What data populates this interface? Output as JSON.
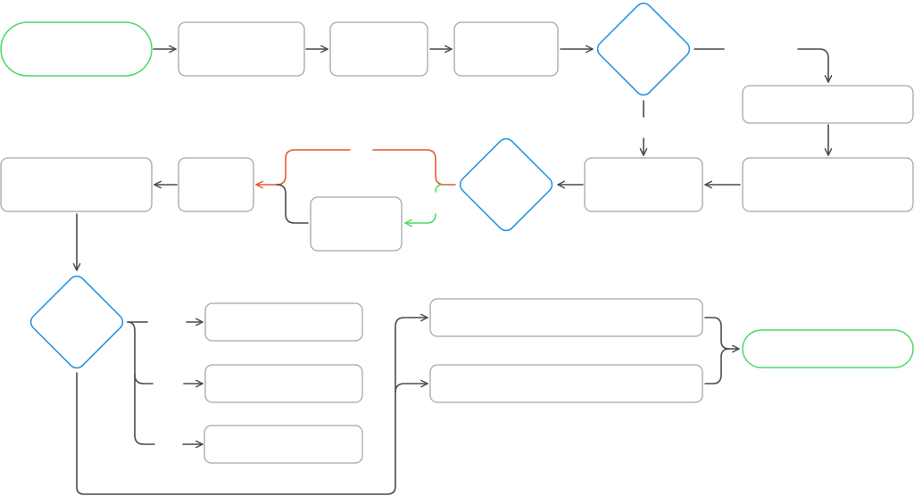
{
  "diagram": {
    "type": "flowchart",
    "colors": {
      "terminal": "#4cd964",
      "decision": "#1e8fe1",
      "process": "#a6a6a6",
      "connector": "#4a4a4a",
      "connector_reject": "#ee5230",
      "connector_accept": "#4cd964"
    },
    "nodes": [
      {
        "id": "start",
        "kind": "terminal",
        "label": ""
      },
      {
        "id": "p1",
        "kind": "process",
        "label": ""
      },
      {
        "id": "p2",
        "kind": "process",
        "label": ""
      },
      {
        "id": "p3",
        "kind": "process",
        "label": ""
      },
      {
        "id": "d1",
        "kind": "decision",
        "label": ""
      },
      {
        "id": "p4",
        "kind": "process",
        "label": ""
      },
      {
        "id": "p5",
        "kind": "process",
        "label": ""
      },
      {
        "id": "p6",
        "kind": "process",
        "label": ""
      },
      {
        "id": "d2",
        "kind": "decision",
        "label": ""
      },
      {
        "id": "p7",
        "kind": "process",
        "label": ""
      },
      {
        "id": "p8",
        "kind": "process",
        "label": ""
      },
      {
        "id": "p9",
        "kind": "process",
        "label": ""
      },
      {
        "id": "d3",
        "kind": "decision",
        "label": ""
      },
      {
        "id": "p10",
        "kind": "process",
        "label": ""
      },
      {
        "id": "p11",
        "kind": "process",
        "label": ""
      },
      {
        "id": "p12",
        "kind": "process",
        "label": ""
      },
      {
        "id": "p13",
        "kind": "process",
        "label": ""
      },
      {
        "id": "p14",
        "kind": "process",
        "label": ""
      },
      {
        "id": "end",
        "kind": "terminal",
        "label": ""
      }
    ],
    "edges": [
      {
        "from": "start",
        "to": "p1",
        "style": "normal",
        "label": ""
      },
      {
        "from": "p1",
        "to": "p2",
        "style": "normal",
        "label": ""
      },
      {
        "from": "p2",
        "to": "p3",
        "style": "normal",
        "label": ""
      },
      {
        "from": "p3",
        "to": "d1",
        "style": "normal",
        "label": ""
      },
      {
        "from": "d1",
        "to": "p4",
        "style": "normal",
        "label": ""
      },
      {
        "from": "d1",
        "to": "p6",
        "style": "normal",
        "label": ""
      },
      {
        "from": "p4",
        "to": "p5",
        "style": "normal",
        "label": ""
      },
      {
        "from": "p5",
        "to": "p6",
        "style": "normal",
        "label": ""
      },
      {
        "from": "p6",
        "to": "d2",
        "style": "normal",
        "label": ""
      },
      {
        "from": "d2",
        "to": "p7",
        "style": "reject",
        "label": ""
      },
      {
        "from": "d2",
        "to": "p8",
        "style": "accept",
        "label": ""
      },
      {
        "from": "p8",
        "to": "p7",
        "style": "normal",
        "label": ""
      },
      {
        "from": "p7",
        "to": "p9",
        "style": "normal",
        "label": ""
      },
      {
        "from": "p9",
        "to": "d3",
        "style": "normal",
        "label": ""
      },
      {
        "from": "d3",
        "to": "p10",
        "style": "normal",
        "label": ""
      },
      {
        "from": "d3",
        "to": "p11",
        "style": "normal",
        "label": ""
      },
      {
        "from": "d3",
        "to": "p12",
        "style": "normal",
        "label": ""
      },
      {
        "from": "d3",
        "to": "p13",
        "style": "normal",
        "label": ""
      },
      {
        "from": "d3",
        "to": "p14",
        "style": "normal",
        "label": ""
      },
      {
        "from": "p13",
        "to": "end",
        "style": "normal",
        "label": ""
      },
      {
        "from": "p14",
        "to": "end",
        "style": "normal",
        "label": ""
      }
    ]
  }
}
